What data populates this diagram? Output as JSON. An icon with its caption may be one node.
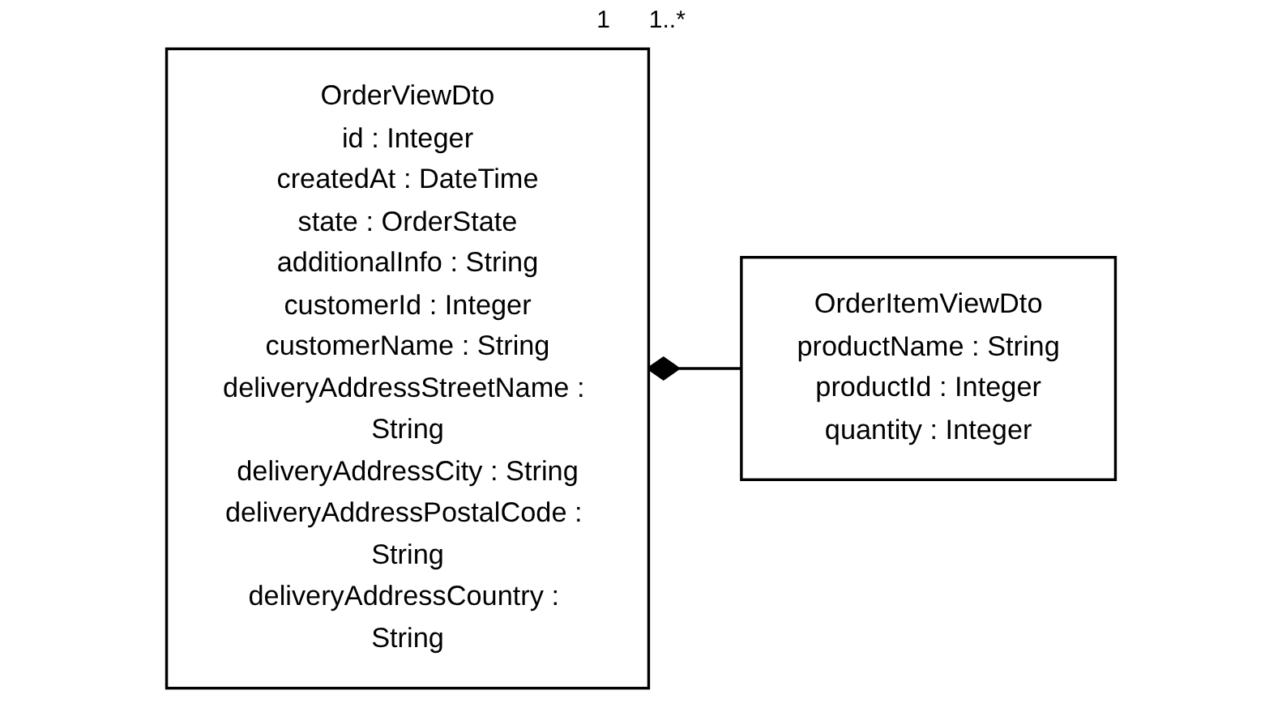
{
  "diagram": {
    "nodes": [
      {
        "text": [
          "OrderViewDto",
          "id : Integer",
          "createdAt : DateTime",
          "state : OrderState",
          "additionalInfo : String",
          "customerId : Integer",
          "customerName : String",
          "deliveryAddressStreetName : String",
          "deliveryAddressCity : String",
          "deliveryAddressPostalCode : String",
          "deliveryAddressCountry : String"
        ]
      },
      {
        "text": [
          "OrderItemViewDto",
          "productName : String",
          "productId : Integer",
          "quantity : Integer"
        ]
      }
    ],
    "edges": [
      {
        "from": 0,
        "to": 1,
        "arrow": "other"
      }
    ],
    "labels": [
      "1",
      "1..*"
    ]
  }
}
